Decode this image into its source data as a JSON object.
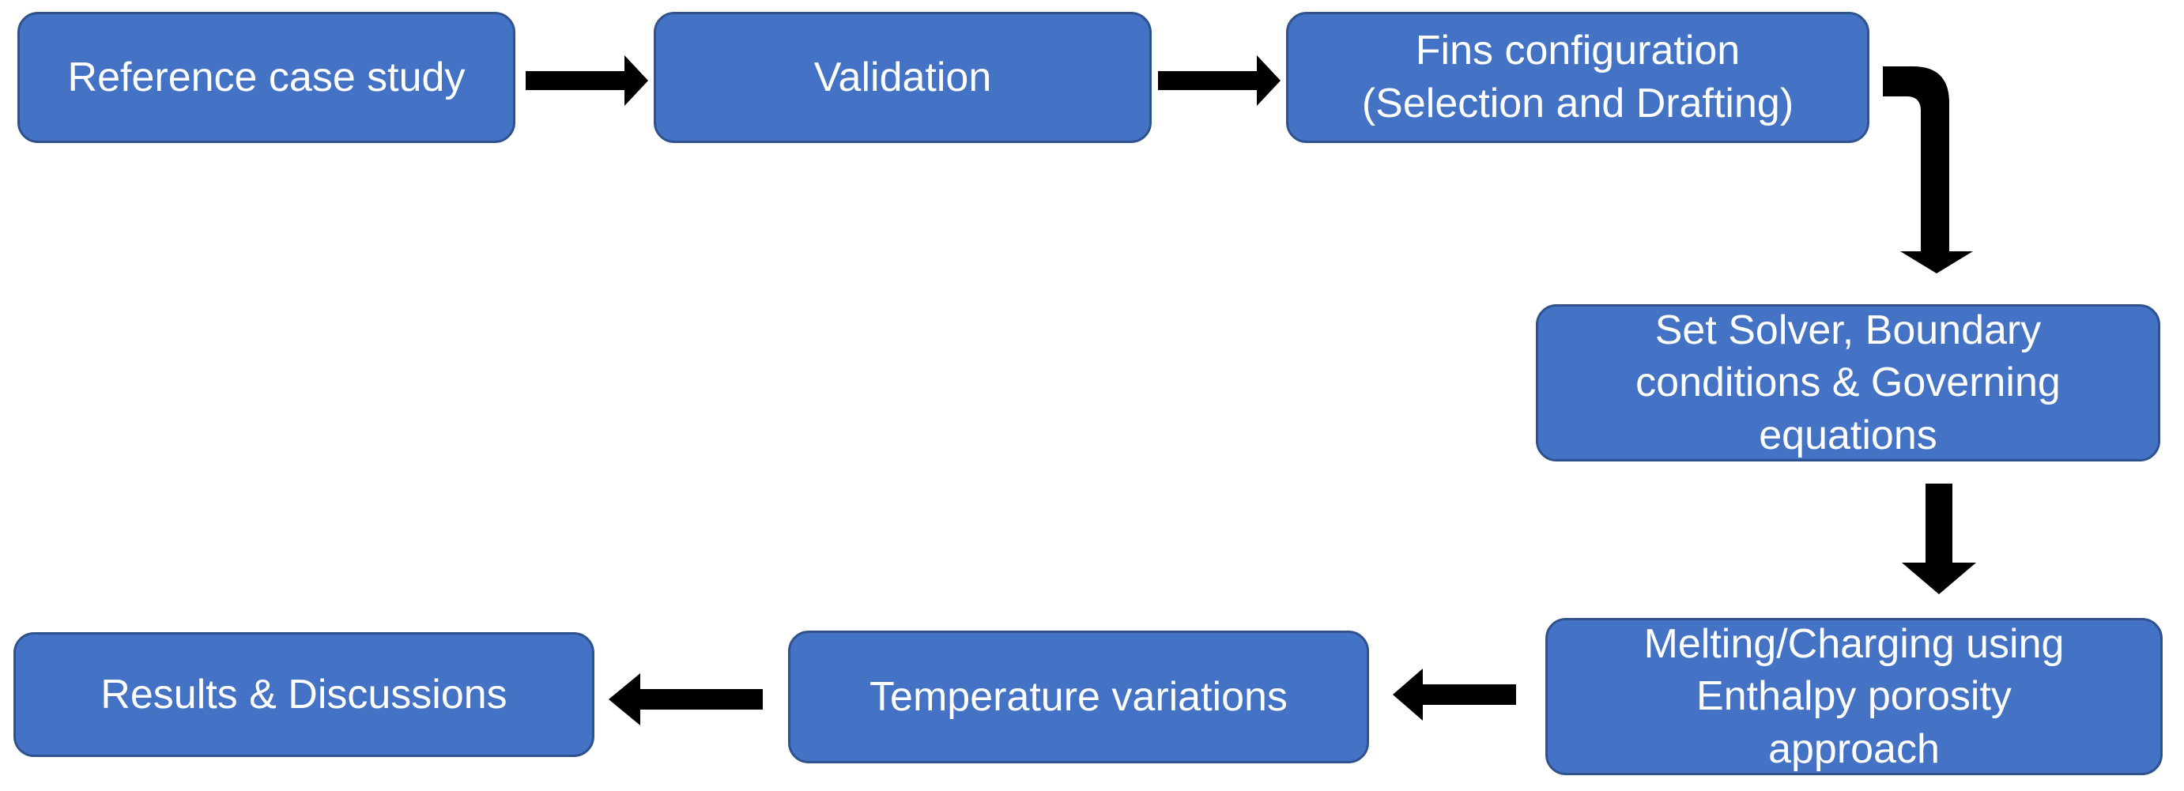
{
  "diagram": {
    "steps": [
      {
        "label": "Reference case study"
      },
      {
        "label": "Validation"
      },
      {
        "label": "Fins configuration\n(Selection and Drafting)"
      },
      {
        "label": "Set Solver, Boundary\nconditions & Governing\nequations"
      },
      {
        "label": "Melting/Charging using\nEnthalpy porosity\napproach"
      },
      {
        "label": "Temperature variations"
      },
      {
        "label": "Results & Discussions"
      }
    ],
    "colors": {
      "box_fill": "#4472c4",
      "box_border": "#2f528f",
      "text": "#ffffff",
      "arrow": "#000000"
    }
  }
}
